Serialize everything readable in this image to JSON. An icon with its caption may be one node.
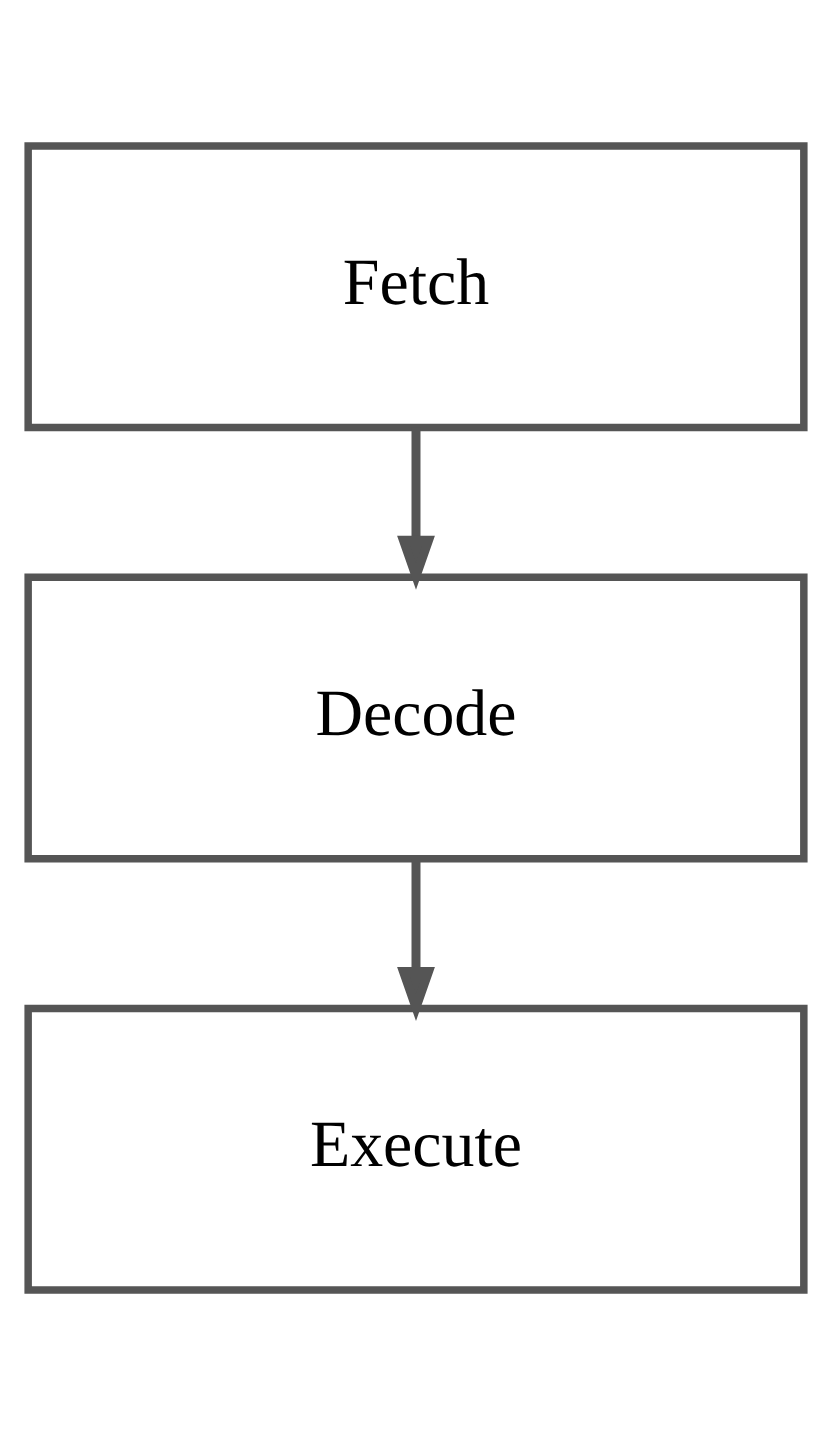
{
  "diagram": {
    "nodes": [
      {
        "text": [
          "Fetch"
        ]
      },
      {
        "text": [
          "Decode"
        ]
      },
      {
        "text": [
          "Execute"
        ]
      }
    ],
    "edges": [
      {
        "from": 0,
        "to": 1,
        "arrow": "to"
      },
      {
        "from": 1,
        "to": 2,
        "arrow": "to"
      }
    ]
  }
}
